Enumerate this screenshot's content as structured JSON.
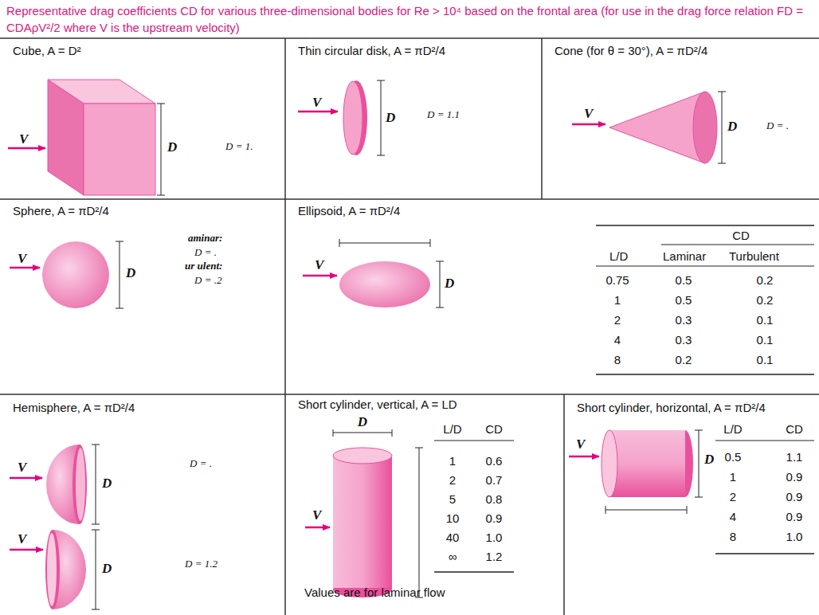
{
  "diagram": {
    "title": "Representative drag coefficients CD for various three-dimensional bodies for Re > 10⁴ based on the frontal area (for use in the drag force relation FD = CDAρV²/2 where V is the upstream velocity)",
    "nodes": [
      {
        "text": [
          "Cube, A = D²"
        ]
      },
      {
        "text": [
          "Thin circular disk, A = πD²/4"
        ]
      },
      {
        "text": [
          "Cone (for θ = 30°), A = πD²/4"
        ]
      },
      {
        "text": [
          "Sphere, A = πD²/4"
        ]
      },
      {
        "text": [
          "Ellipsoid, A = πD²/4"
        ]
      },
      {
        "text": [
          "Hemisphere, A = πD²/4"
        ]
      },
      {
        "text": [
          "Short cylinder, vertical, A = LD"
        ]
      },
      {
        "text": [
          "Short cylinder, horizontal, A = πD²/4"
        ]
      }
    ],
    "labels": [
      "V",
      "D",
      "D = 1.",
      "V",
      "D",
      "D = 1.1",
      "V",
      "D",
      "D = .",
      "V",
      "D",
      "aminar:",
      "D = .",
      "ur ulent:",
      "D = .2",
      "V",
      "D",
      "CD",
      "L/D",
      "Laminar",
      "Turbulent",
      "0.75",
      "0.5",
      "0.2",
      "1",
      "0.5",
      "0.2",
      "2",
      "0.3",
      "0.1",
      "4",
      "0.3",
      "0.1",
      "8",
      "0.2",
      "0.1",
      "V",
      "D",
      "D = .",
      "V",
      "D",
      "D = 1.2",
      "D",
      "V",
      "L/D",
      "CD",
      "1",
      "0.6",
      "2",
      "0.7",
      "5",
      "0.8",
      "10",
      "0.9",
      "40",
      "1.0",
      "∞",
      "1.2",
      "Values are for laminar flow",
      "V",
      "D",
      "L/D",
      "CD",
      "0.5",
      "1.1",
      "1",
      "0.9",
      "2",
      "0.9",
      "4",
      "0.9",
      "8",
      "1.0"
    ]
  }
}
